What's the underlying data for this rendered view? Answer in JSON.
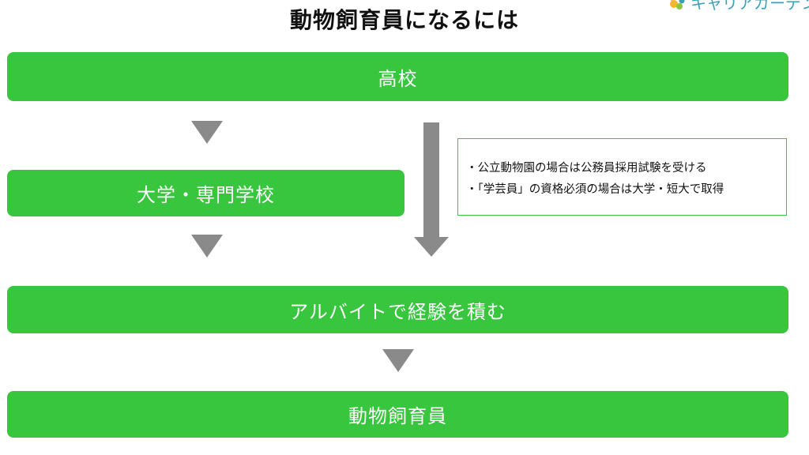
{
  "title": "動物飼育員になるには",
  "logo": {
    "text": "キャリアガーデン",
    "icon": "leaf-logo-icon"
  },
  "steps": {
    "high_school": "高校",
    "university": "大学・専門学校",
    "part_time": "アルバイトで経験を積む",
    "keeper": "動物飼育員"
  },
  "note": {
    "lines": [
      "・公立動物園の場合は公務員採用試験を受ける",
      "・「学芸員」の資格必須の場合は大学・短大で取得"
    ]
  },
  "colors": {
    "box": "#37c63d",
    "arrow": "#8a8a8a",
    "note_border": "#37c63d"
  }
}
